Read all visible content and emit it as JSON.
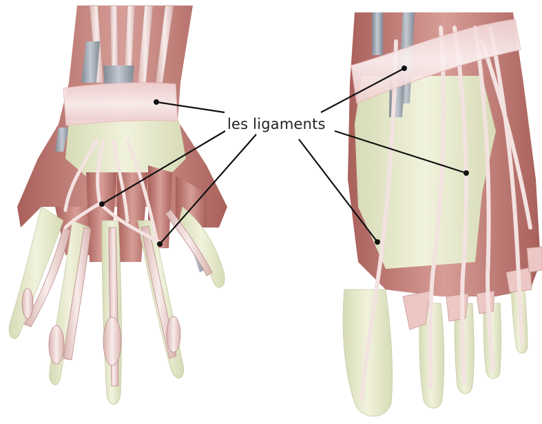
{
  "label": {
    "text": "les ligaments"
  },
  "colors": {
    "bone": "#e9ebcf",
    "bone_shade": "#cfd3ad",
    "muscle": "#c98f8a",
    "muscle_dark": "#a85f5a",
    "tendon": "#f2dede",
    "tendon_edge": "#b98a88",
    "vein": "#9aa2ad",
    "ligament_band": "#f6e6e6",
    "leader_line": "#111111"
  },
  "figures": [
    {
      "name": "hand",
      "view": "dorsal"
    },
    {
      "name": "foot",
      "view": "dorsal"
    }
  ]
}
